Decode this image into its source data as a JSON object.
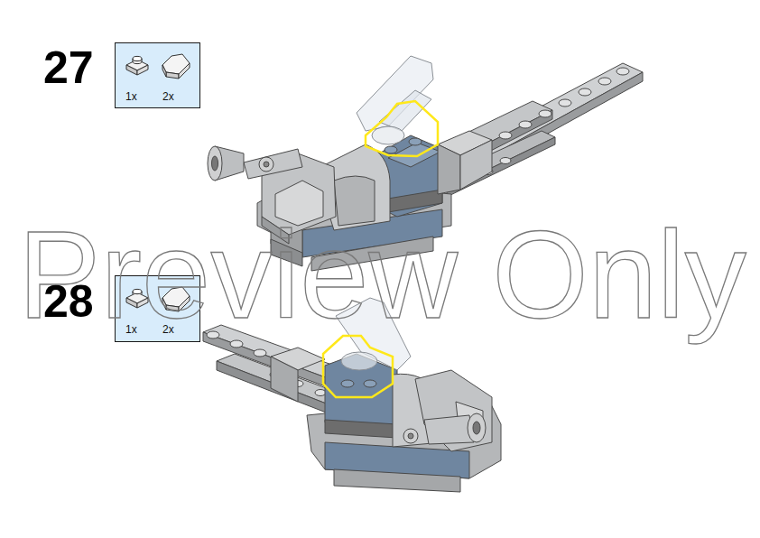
{
  "diagram": {
    "nodes": [
      {
        "text": [
          "1x",
          "2x"
        ]
      },
      {
        "text": [
          "1x",
          "2x"
        ]
      }
    ],
    "labels": [
      "27",
      "28",
      "Preview Only"
    ]
  }
}
